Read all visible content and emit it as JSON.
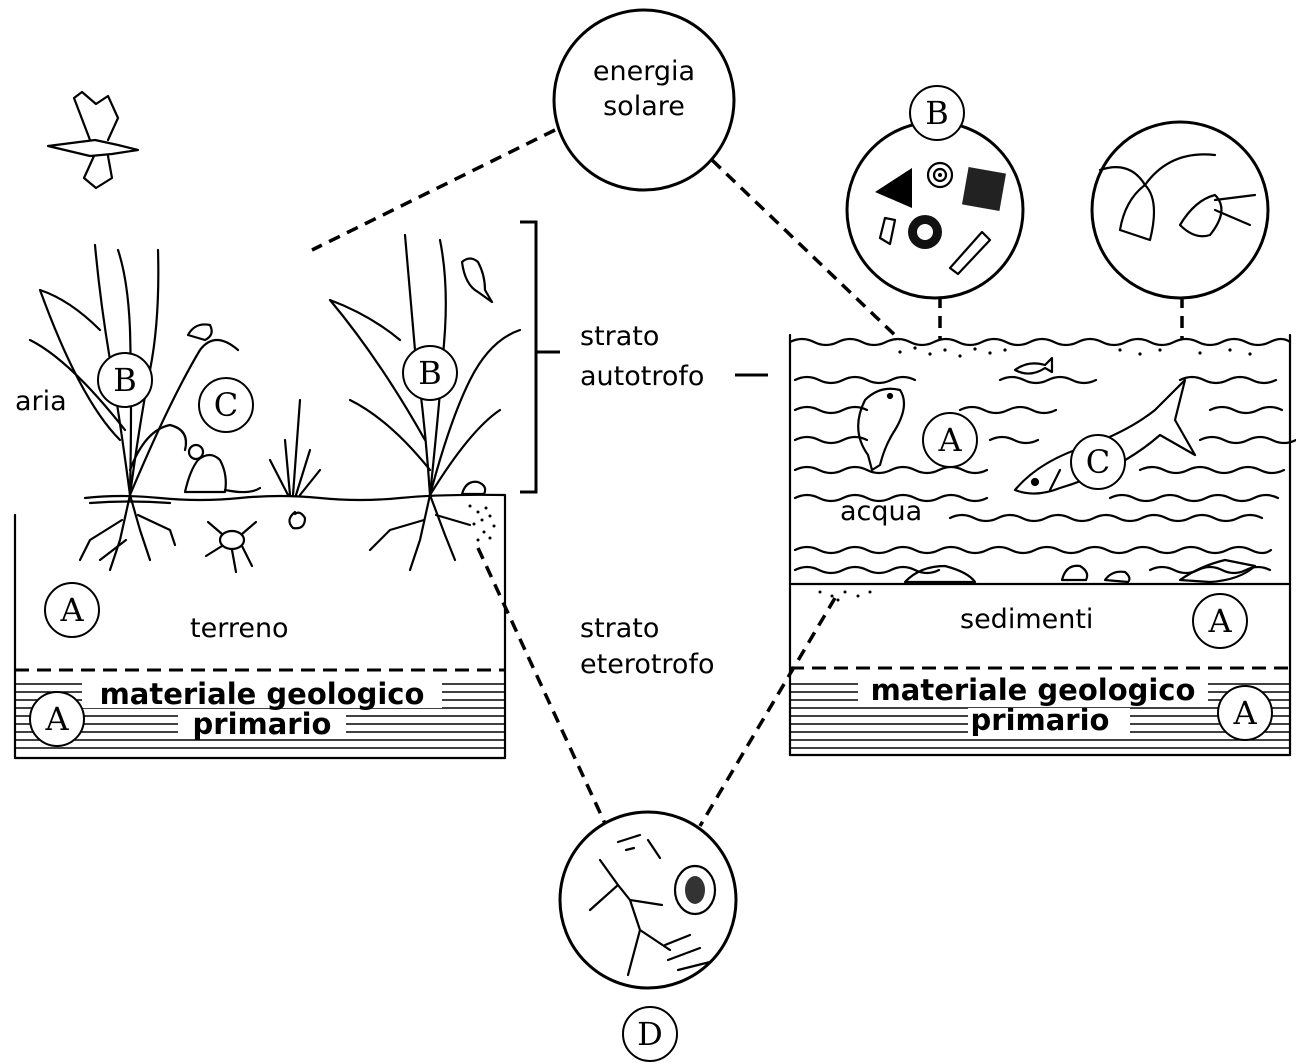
{
  "labels": {
    "energy_line1": "energia",
    "energy_line2": "solare",
    "air": "aria",
    "soil": "terreno",
    "geo_left_line1": "materiale geologico",
    "geo_left_line2": "primario",
    "geo_right_line1": "materiale geologico",
    "geo_right_line2": "primario",
    "autotrophic_line1": "strato",
    "autotrophic_line2": "autotrofo",
    "heterotrophic_line1": "strato",
    "heterotrophic_line2": "eterotrofo",
    "water": "acqua",
    "sediments": "sedimenti"
  },
  "markers": {
    "plant_left": "B",
    "animal_left": "C",
    "plant_right": "B",
    "soil_left": "A",
    "geo_left": "A",
    "plankton": "B",
    "water": "A",
    "fish": "C",
    "sediments": "A",
    "geo_right": "A",
    "decomposers": "D"
  }
}
